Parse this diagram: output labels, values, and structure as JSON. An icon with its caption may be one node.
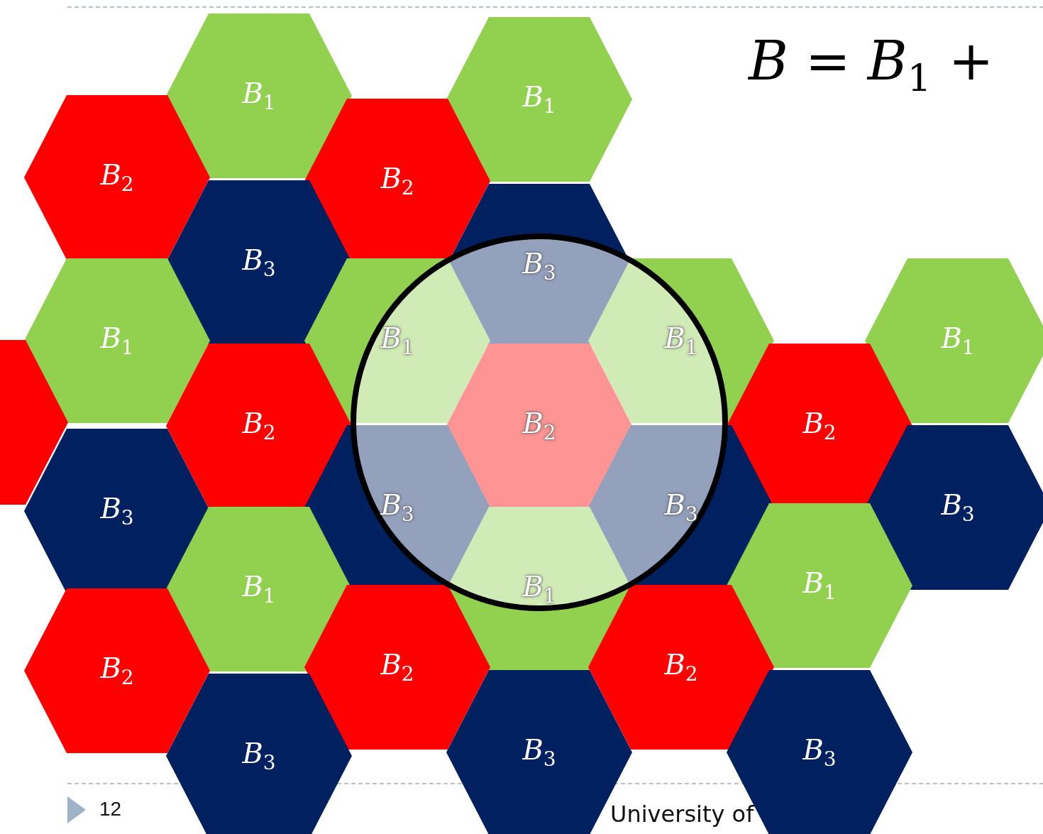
{
  "diagram": {
    "title": "*B* = *B*$_{1}$ +",
    "nodes": [
      {
        "text": [
          "*B*$_{1}$"
        ]
      },
      {
        "text": [
          "*B*$_{1}$"
        ]
      },
      {
        "text": [
          "*B*$_{2}$"
        ]
      },
      {
        "text": [
          "*B*$_{2}$"
        ]
      },
      {
        "text": [
          "*B*$_{3}$"
        ]
      },
      {
        "text": [
          "*B*$_{3}$"
        ]
      },
      {
        "text": [
          "*B*$_{1}$"
        ]
      },
      {
        "text": [
          "*B*$_{1}$"
        ]
      },
      {
        "text": [
          "*B*$_{1}$"
        ]
      },
      {
        "text": [
          "*B*$_{1}$"
        ]
      },
      {
        "text": [],
        "shape": "hexagon"
      },
      {
        "text": [
          "*B*$_{2}$"
        ]
      },
      {
        "text": [
          "*B*$_{2}$"
        ]
      },
      {
        "text": [
          "*B*$_{2}$"
        ]
      },
      {
        "text": [
          "*B*$_{3}$"
        ]
      },
      {
        "text": [
          "*B*$_{3}$"
        ]
      },
      {
        "text": [
          "*B*$_{3}$"
        ]
      },
      {
        "text": [
          "*B*$_{3}$"
        ]
      },
      {
        "text": [
          "*B*$_{1}$"
        ]
      },
      {
        "text": [
          "*B*$_{1}$"
        ]
      },
      {
        "text": [
          "*B*$_{1}$"
        ]
      },
      {
        "text": [
          "*B*$_{2}$"
        ]
      },
      {
        "text": [
          "*B*$_{2}$"
        ]
      },
      {
        "text": [
          "*B*$_{2}$"
        ]
      },
      {
        "text": [
          "*B*$_{3}$"
        ]
      },
      {
        "text": [
          "*B*$_{3}$"
        ]
      },
      {
        "text": [
          "*B*$_{3}$"
        ]
      }
    ],
    "labels": [
      "12",
      "University of"
    ]
  }
}
